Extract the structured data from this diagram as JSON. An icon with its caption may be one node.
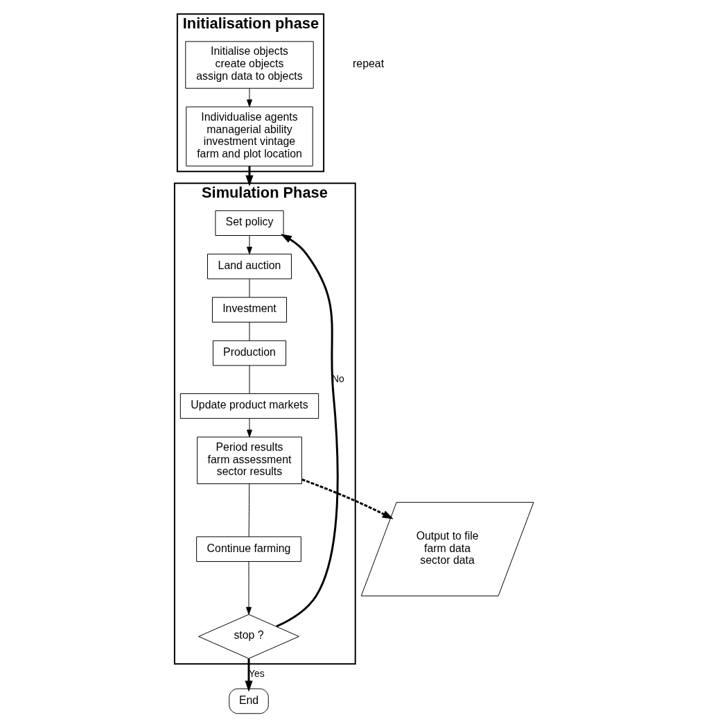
{
  "diagram": {
    "nodes": [
      {
        "text": [
          "Initialisation phase"
        ]
      },
      {
        "text": [
          "Initialise objects",
          "create objects",
          "assign data to objects"
        ],
        "in": 0
      },
      {
        "text": [
          "Individualise agents",
          "managerial ability",
          "investment vintage",
          "farm and plot location"
        ],
        "in": 0
      },
      {
        "text": [
          "Simulation Phase"
        ]
      },
      {
        "text": [
          "Set policy"
        ],
        "in": 3
      },
      {
        "text": [
          "Land auction"
        ],
        "in": 3
      },
      {
        "text": [
          "Investment"
        ],
        "in": 3
      },
      {
        "text": [
          "Production"
        ],
        "in": 3
      },
      {
        "text": [
          "Update product markets"
        ],
        "in": 3
      },
      {
        "text": [
          "Period results",
          "farm assessment",
          "sector results"
        ],
        "in": 3
      },
      {
        "text": [
          "Continue farming"
        ],
        "in": 3
      },
      {
        "text": [
          "stop ?"
        ],
        "in": 3
      },
      {
        "text": [
          "Output to file",
          "farm data",
          "sector data"
        ]
      },
      {
        "text": [
          "End"
        ]
      }
    ],
    "edges": [
      {
        "from": 1,
        "to": 2,
        "arrow": "to"
      },
      {
        "from": 2,
        "to": 3,
        "arrow": "to",
        "style": "thick"
      },
      {
        "from": 4,
        "to": 5,
        "arrow": "to"
      },
      {
        "from": 5,
        "to": 6,
        "arrow": "none"
      },
      {
        "from": 6,
        "to": 7,
        "arrow": "none"
      },
      {
        "from": 7,
        "to": 8,
        "arrow": "none"
      },
      {
        "from": 8,
        "to": 9,
        "arrow": "to"
      },
      {
        "from": 9,
        "to": 12,
        "arrow": "to",
        "style": "dashed"
      },
      {
        "from": 9,
        "to": 10,
        "arrow": "none"
      },
      {
        "from": 10,
        "to": 11,
        "arrow": "to"
      },
      {
        "from": 11,
        "to": 13,
        "arrow": "to",
        "label": "Yes",
        "style": "thick"
      },
      {
        "from": 11,
        "to": 4,
        "arrow": "to",
        "label": "No",
        "style": "thick"
      }
    ],
    "labels": [
      "repeat"
    ]
  }
}
